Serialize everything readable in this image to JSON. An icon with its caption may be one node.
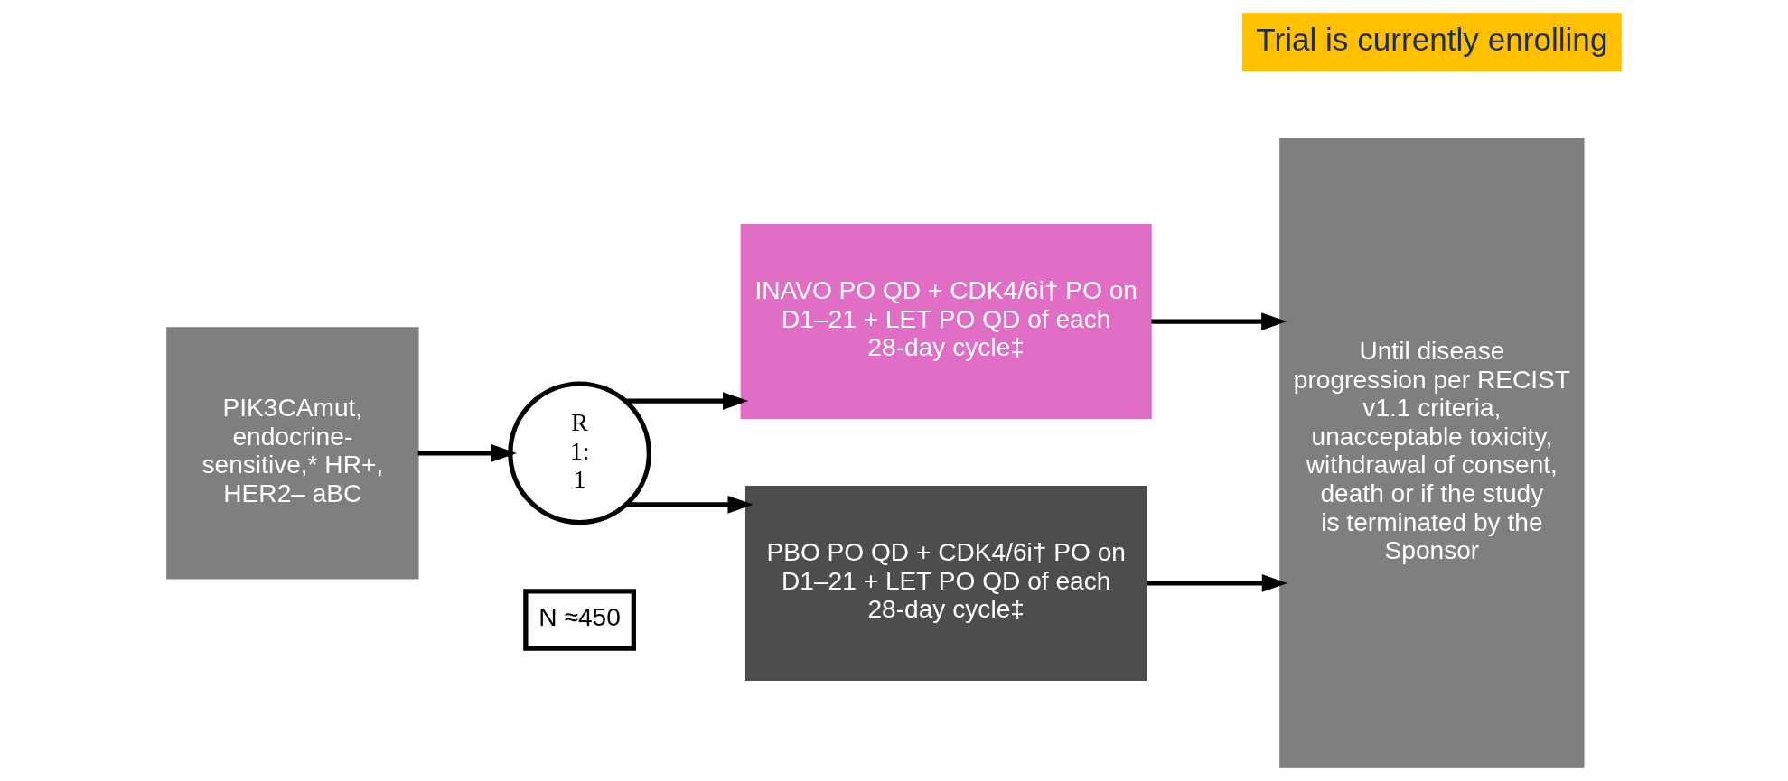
{
  "diagram": {
    "nodes": [
      {
        "text": [
          "PIK3CAmut, endocrine-sensitive,* HR+, HER2– aBC"
        ]
      },
      {
        "text": [
          "R 1:1"
        ]
      },
      {
        "text": [
          "N ≈450"
        ]
      },
      {
        "text": [
          "INAVO PO QD + CDK4/6i† PO on D1–21 + LET PO QD of each 28-day cycle‡"
        ]
      },
      {
        "text": [
          "PBO PO QD + CDK4/6i† PO on D1–21 + LET PO QD of each 28-day cycle‡"
        ]
      },
      {
        "text": [
          "Until disease progression per RECIST v1.1 criteria, unacceptable toxicity, withdrawal of consent, death or if the study is terminated by the Sponsor"
        ]
      },
      {
        "text": [
          "Trial is currently enrolling"
        ]
      }
    ],
    "edges": [
      {
        "from": 0,
        "to": 1,
        "arrow": "to"
      },
      {
        "from": 1,
        "to": 3,
        "arrow": "to"
      },
      {
        "from": 1,
        "to": 4,
        "arrow": "to"
      },
      {
        "from": 3,
        "to": 5,
        "arrow": "to"
      },
      {
        "from": 4,
        "to": 5,
        "arrow": "to"
      }
    ]
  }
}
